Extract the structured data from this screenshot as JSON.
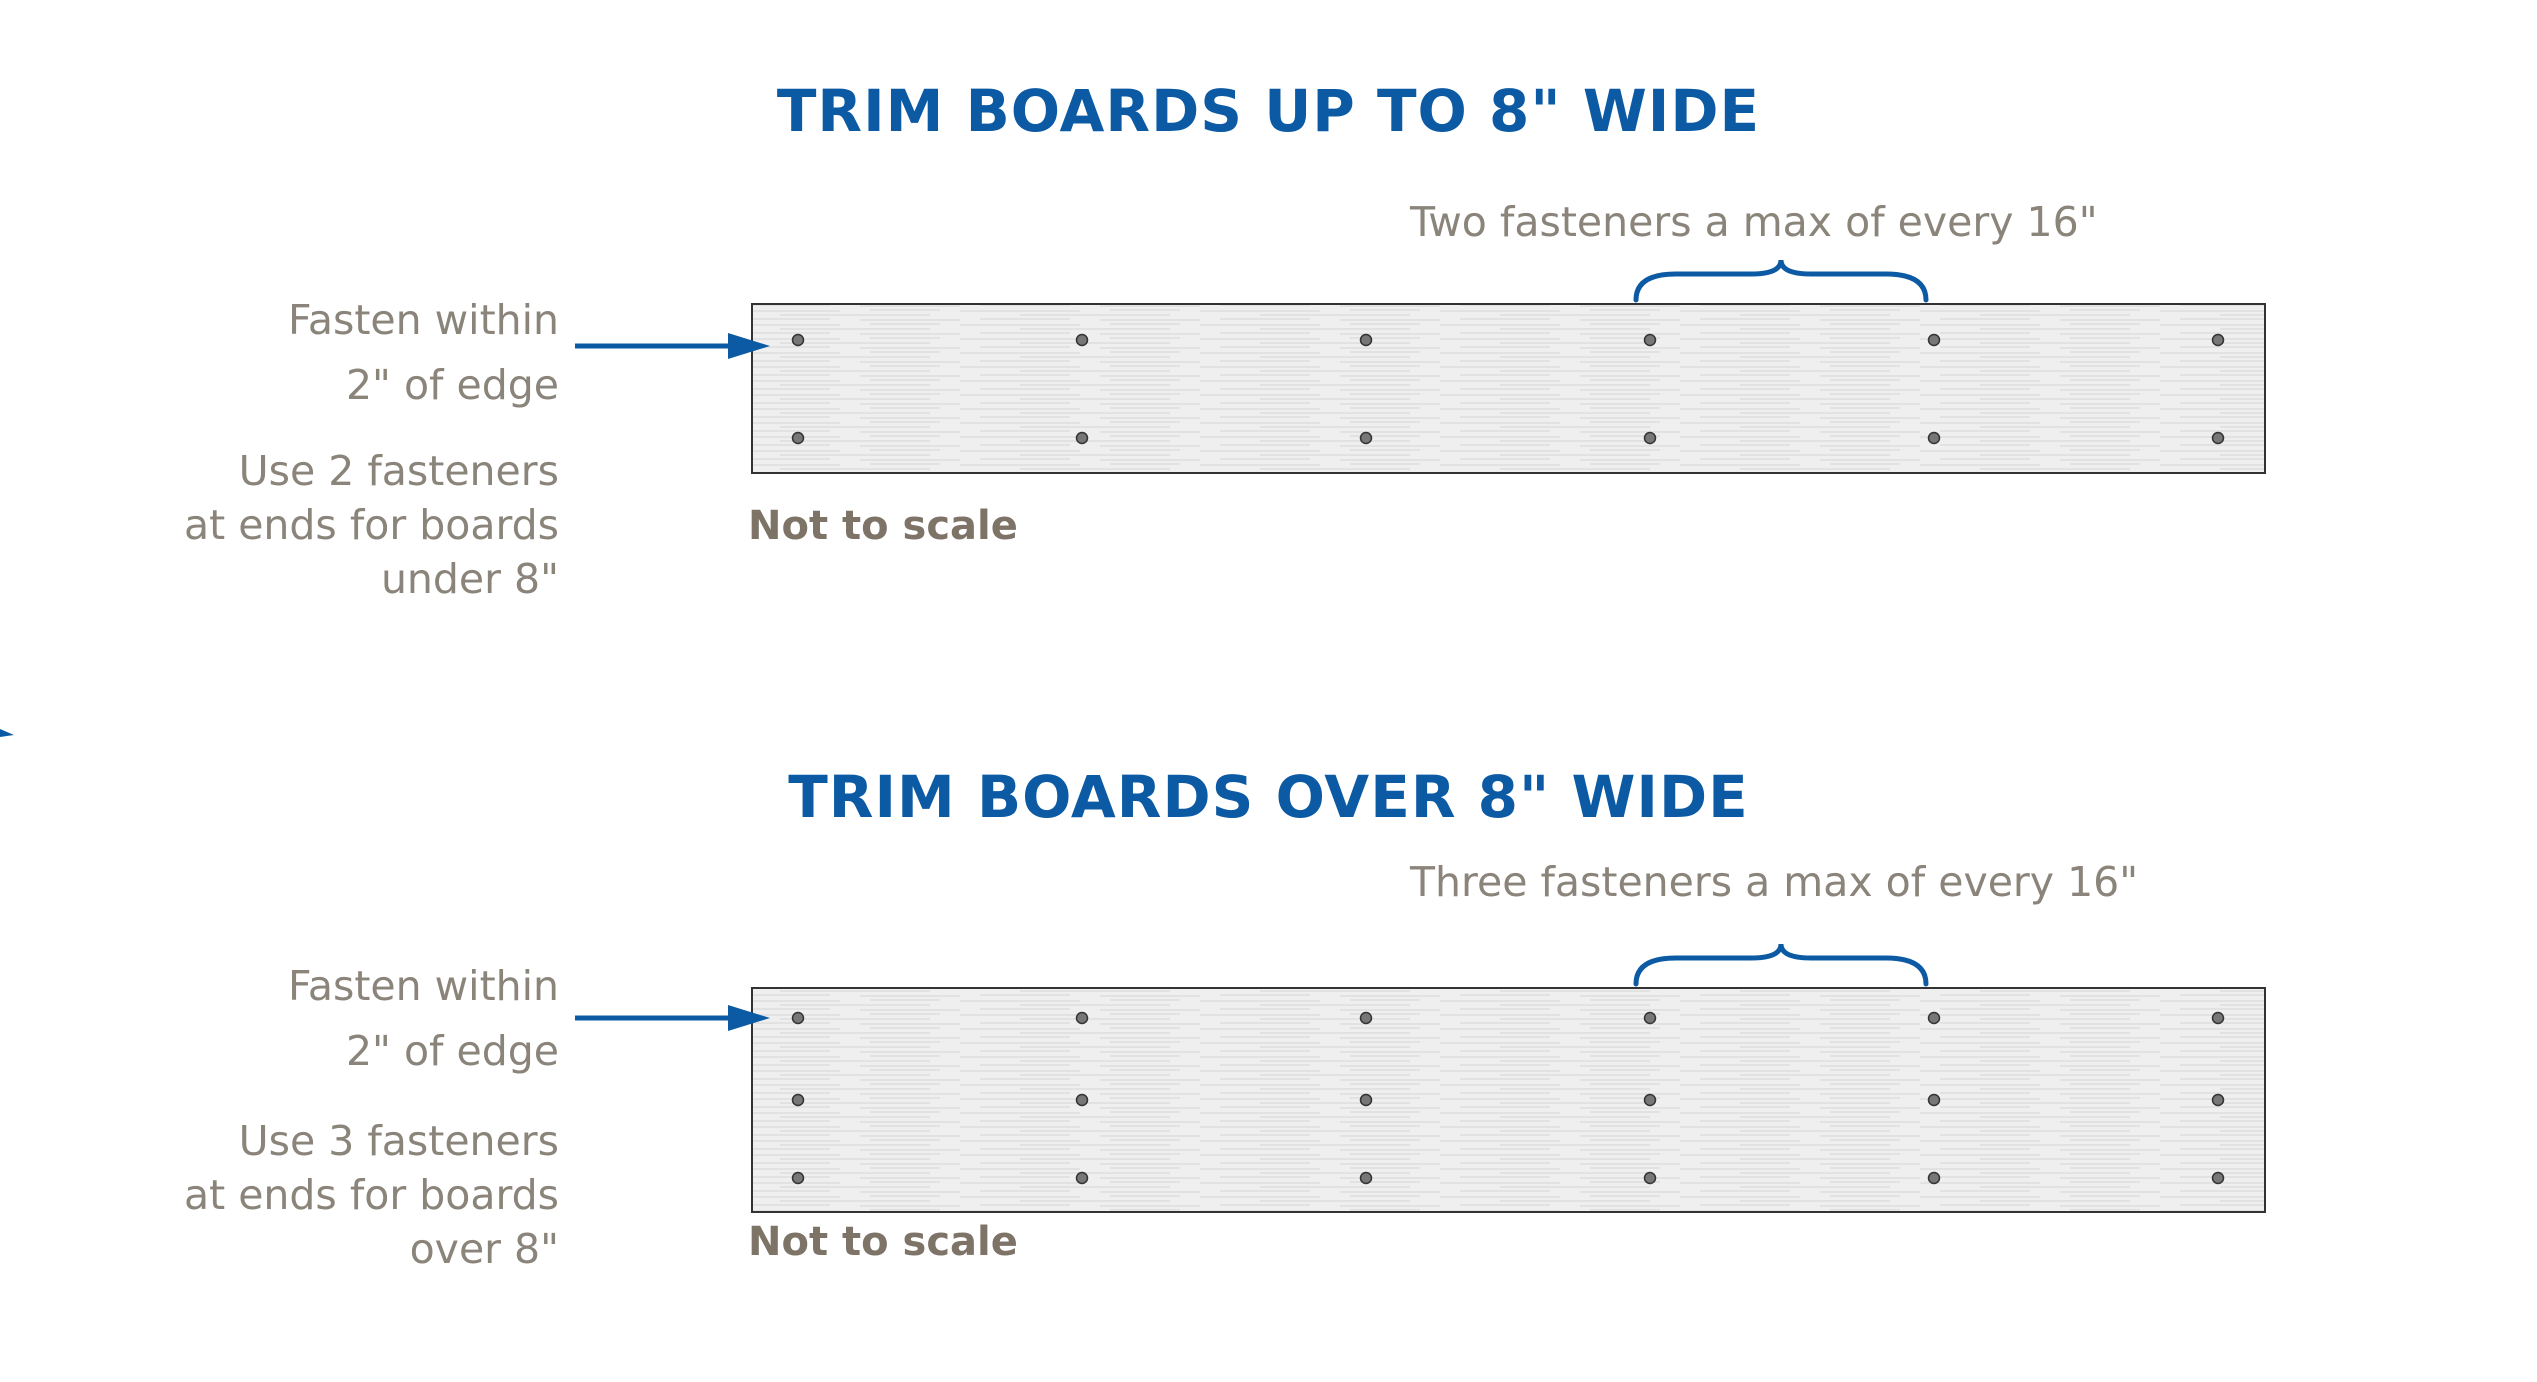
{
  "colors": {
    "heading": "#0b5aa3",
    "arrow": "#0b5aa3",
    "brace": "#0b5aa3",
    "text": "#8a847a",
    "scale_text": "#7d7467",
    "board_fill": "#efefef",
    "board_border": "#333333",
    "fastener": "#777777"
  },
  "panels": [
    {
      "heading": "TRIM BOARDS UP TO 8\" WIDE",
      "brace_caption": "Two fasteners a max of every 16\"",
      "fasten_note": [
        "Fasten within",
        "2\" of edge"
      ],
      "ends_note": [
        "Use 2 fasteners",
        "at ends for boards",
        "under 8\""
      ],
      "scale_note": "Not to scale",
      "fastener_rows": 2,
      "fastener_columns": 6
    },
    {
      "heading": "TRIM BOARDS OVER 8\" WIDE",
      "brace_caption": "Three fasteners a max of every 16\"",
      "fasten_note": [
        "Fasten within",
        "2\" of edge"
      ],
      "ends_note": [
        "Use 3 fasteners",
        "at ends for boards",
        "over 8\""
      ],
      "scale_note": "Not to scale",
      "fastener_rows": 3,
      "fastener_columns": 6
    }
  ]
}
